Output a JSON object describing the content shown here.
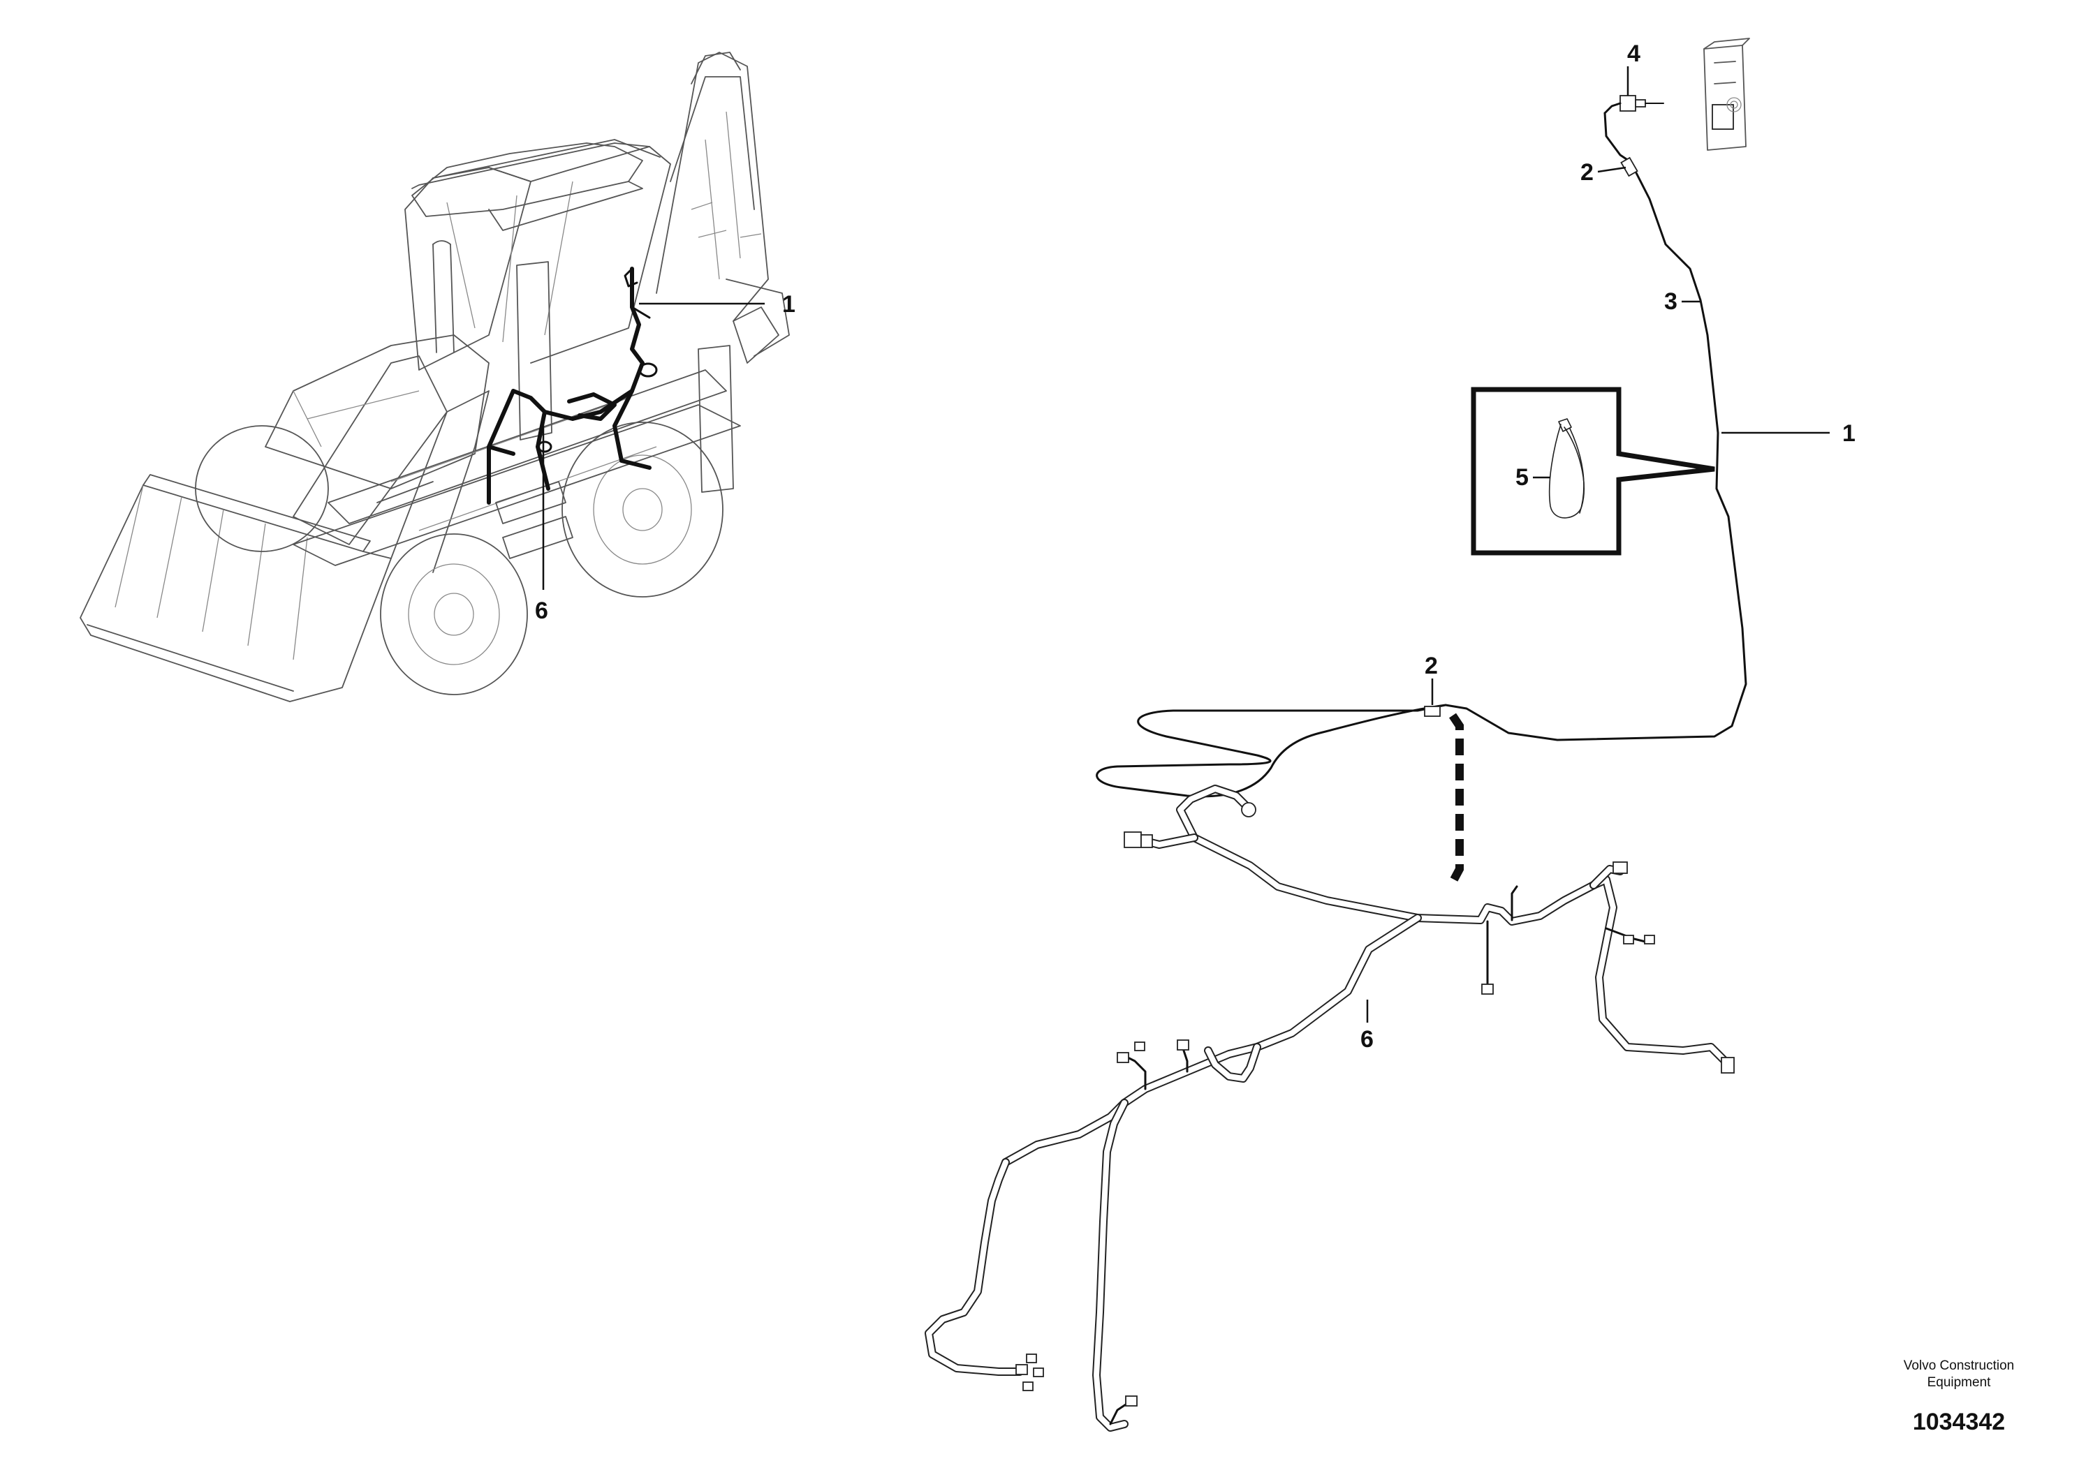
{
  "callouts": {
    "machine_1": "1",
    "machine_6": "6",
    "sensor_4": "4",
    "splice_2_top": "2",
    "cable_3": "3",
    "harness_1": "1",
    "tie_5": "5",
    "splice_2_mid": "2",
    "harness_6": "6"
  },
  "footer": {
    "company_line1": "Volvo Construction",
    "company_line2": "Equipment",
    "document_number": "1034342"
  }
}
